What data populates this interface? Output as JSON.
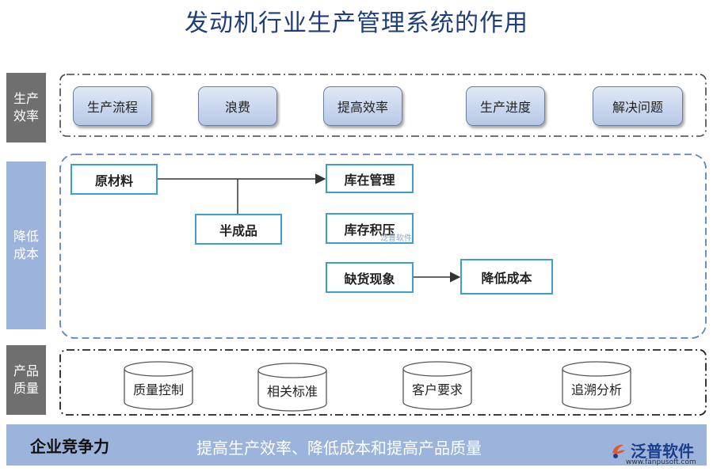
{
  "title": "发动机行业生产管理系统的作用",
  "sections": {
    "efficiency": {
      "label": "生产效率",
      "items": [
        "生产流程",
        "浪费",
        "提高效率",
        "生产进度",
        "解决问题"
      ]
    },
    "cost": {
      "label": "降低成本",
      "nodes": {
        "raw": "原材料",
        "semi": "半成品",
        "inventory": "库在管理",
        "backlog": "库存积压",
        "shortage": "缺货现象",
        "reduce": "降低成本"
      },
      "watermark": "泛普软件"
    },
    "quality": {
      "label": "产品质量",
      "items": [
        "质量控制",
        "相关标准",
        "客户要求",
        "追溯分析"
      ]
    }
  },
  "footer": {
    "label": "企业竞争力",
    "description": "提高生产效率、降低成本和提高产品质量"
  },
  "logo": {
    "name": "泛普软件",
    "url": "www.fanpusoft.com"
  },
  "colors": {
    "title": "#1f3d7a",
    "sidebar_gray": "#6f6f6f",
    "sidebar_blue": "#9cb3dc",
    "box_border": "#3b9fd4",
    "dashed_blue": "#5b83c9"
  }
}
